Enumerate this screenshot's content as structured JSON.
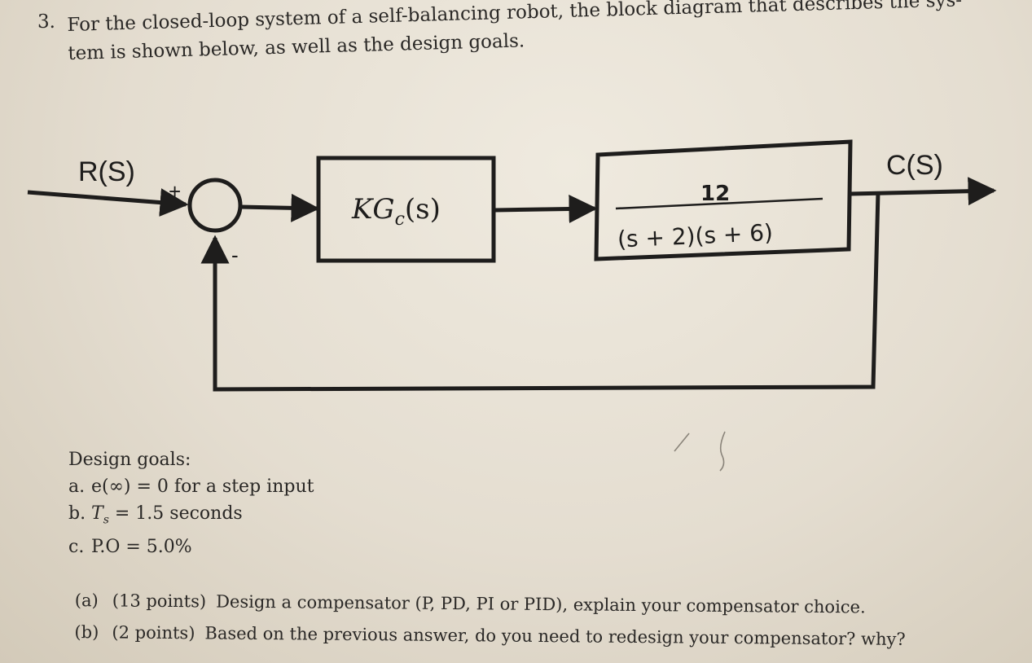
{
  "question": {
    "number": "3.",
    "line1": "For the closed-loop system of a self-balancing robot, the block diagram that describes the sys-",
    "line2": "tem is shown below, as well as the design goals."
  },
  "diagram": {
    "input_label": "R(S)",
    "output_label": "C(S)",
    "plus_sign": "+",
    "minus_sign": "-",
    "controller_label": "KG",
    "controller_sub": "c",
    "controller_arg": "(s)",
    "plant_numerator": "12",
    "plant_denominator": "(s + 2)(s + 6)"
  },
  "design_goals": {
    "title": "Design goals:",
    "items": [
      {
        "prefix": "a.",
        "text": "e(∞) = 0 for a step input"
      },
      {
        "prefix": "b.",
        "text": "T",
        "sub": "s",
        "rest": " = 1.5 seconds"
      },
      {
        "prefix": "c.",
        "text": "P.O = 5.0%"
      }
    ]
  },
  "parts": [
    {
      "tag": "(a)",
      "points": "(13 points)",
      "text": "Design a compensator (P, PD, PI or PID), explain your compensator choice."
    },
    {
      "tag": "(b)",
      "points": "(2 points)",
      "text": "Based on the previous answer, do you need to redesign your compensator? why?"
    }
  ],
  "colors": {
    "paper": "#e9e3d7",
    "ink": "#1e1d1c",
    "text": "#2a2826"
  }
}
